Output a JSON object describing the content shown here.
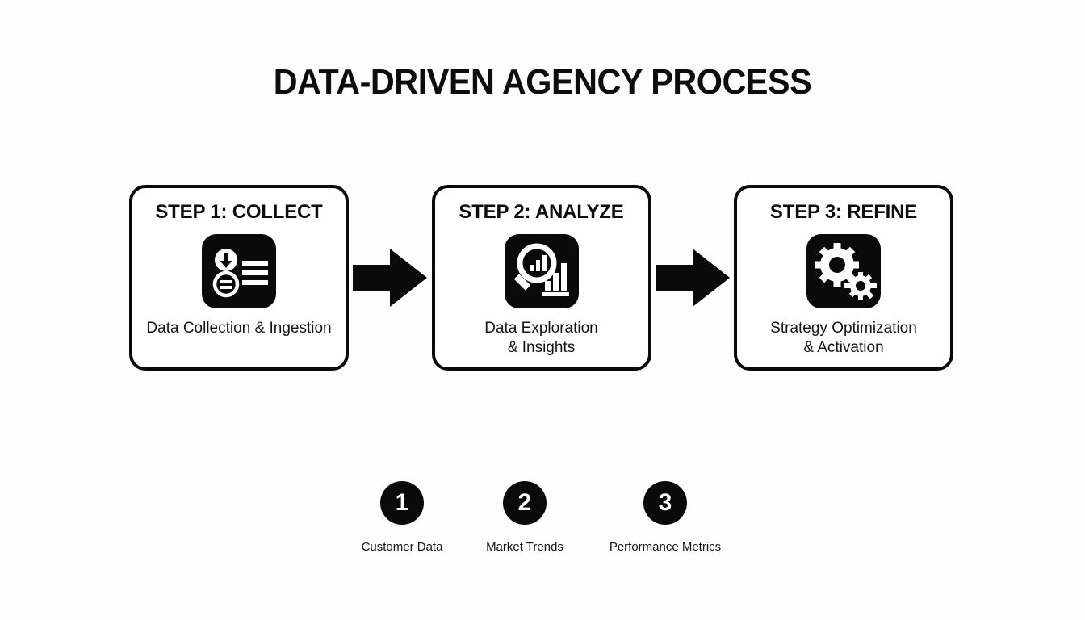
{
  "title": "DATA-DRIVEN AGENCY PROCESS",
  "colors": {
    "background": "#fdfdfe",
    "ink": "#0a0a0a",
    "card_border": "#0a0a0a",
    "icon_fill": "#0a0a0a",
    "icon_glyph": "#ffffff"
  },
  "steps": [
    {
      "heading": "STEP 1: COLLECT",
      "caption": "Data Collection & Ingestion",
      "icon": "data-collection-icon"
    },
    {
      "heading": "STEP 2: ANALYZE",
      "caption": "Data Exploration\n& Insights",
      "icon": "magnifier-bar-chart-icon"
    },
    {
      "heading": "STEP 3: REFINE",
      "caption": "Strategy Optimization\n& Activation",
      "icon": "gears-icon"
    }
  ],
  "arrows": [
    {
      "icon": "arrow-right-icon"
    },
    {
      "icon": "arrow-right-icon"
    }
  ],
  "legend": [
    {
      "number": "1",
      "label": "Customer Data"
    },
    {
      "number": "2",
      "label": "Market Trends"
    },
    {
      "number": "3",
      "label": "Performance Metrics"
    }
  ]
}
